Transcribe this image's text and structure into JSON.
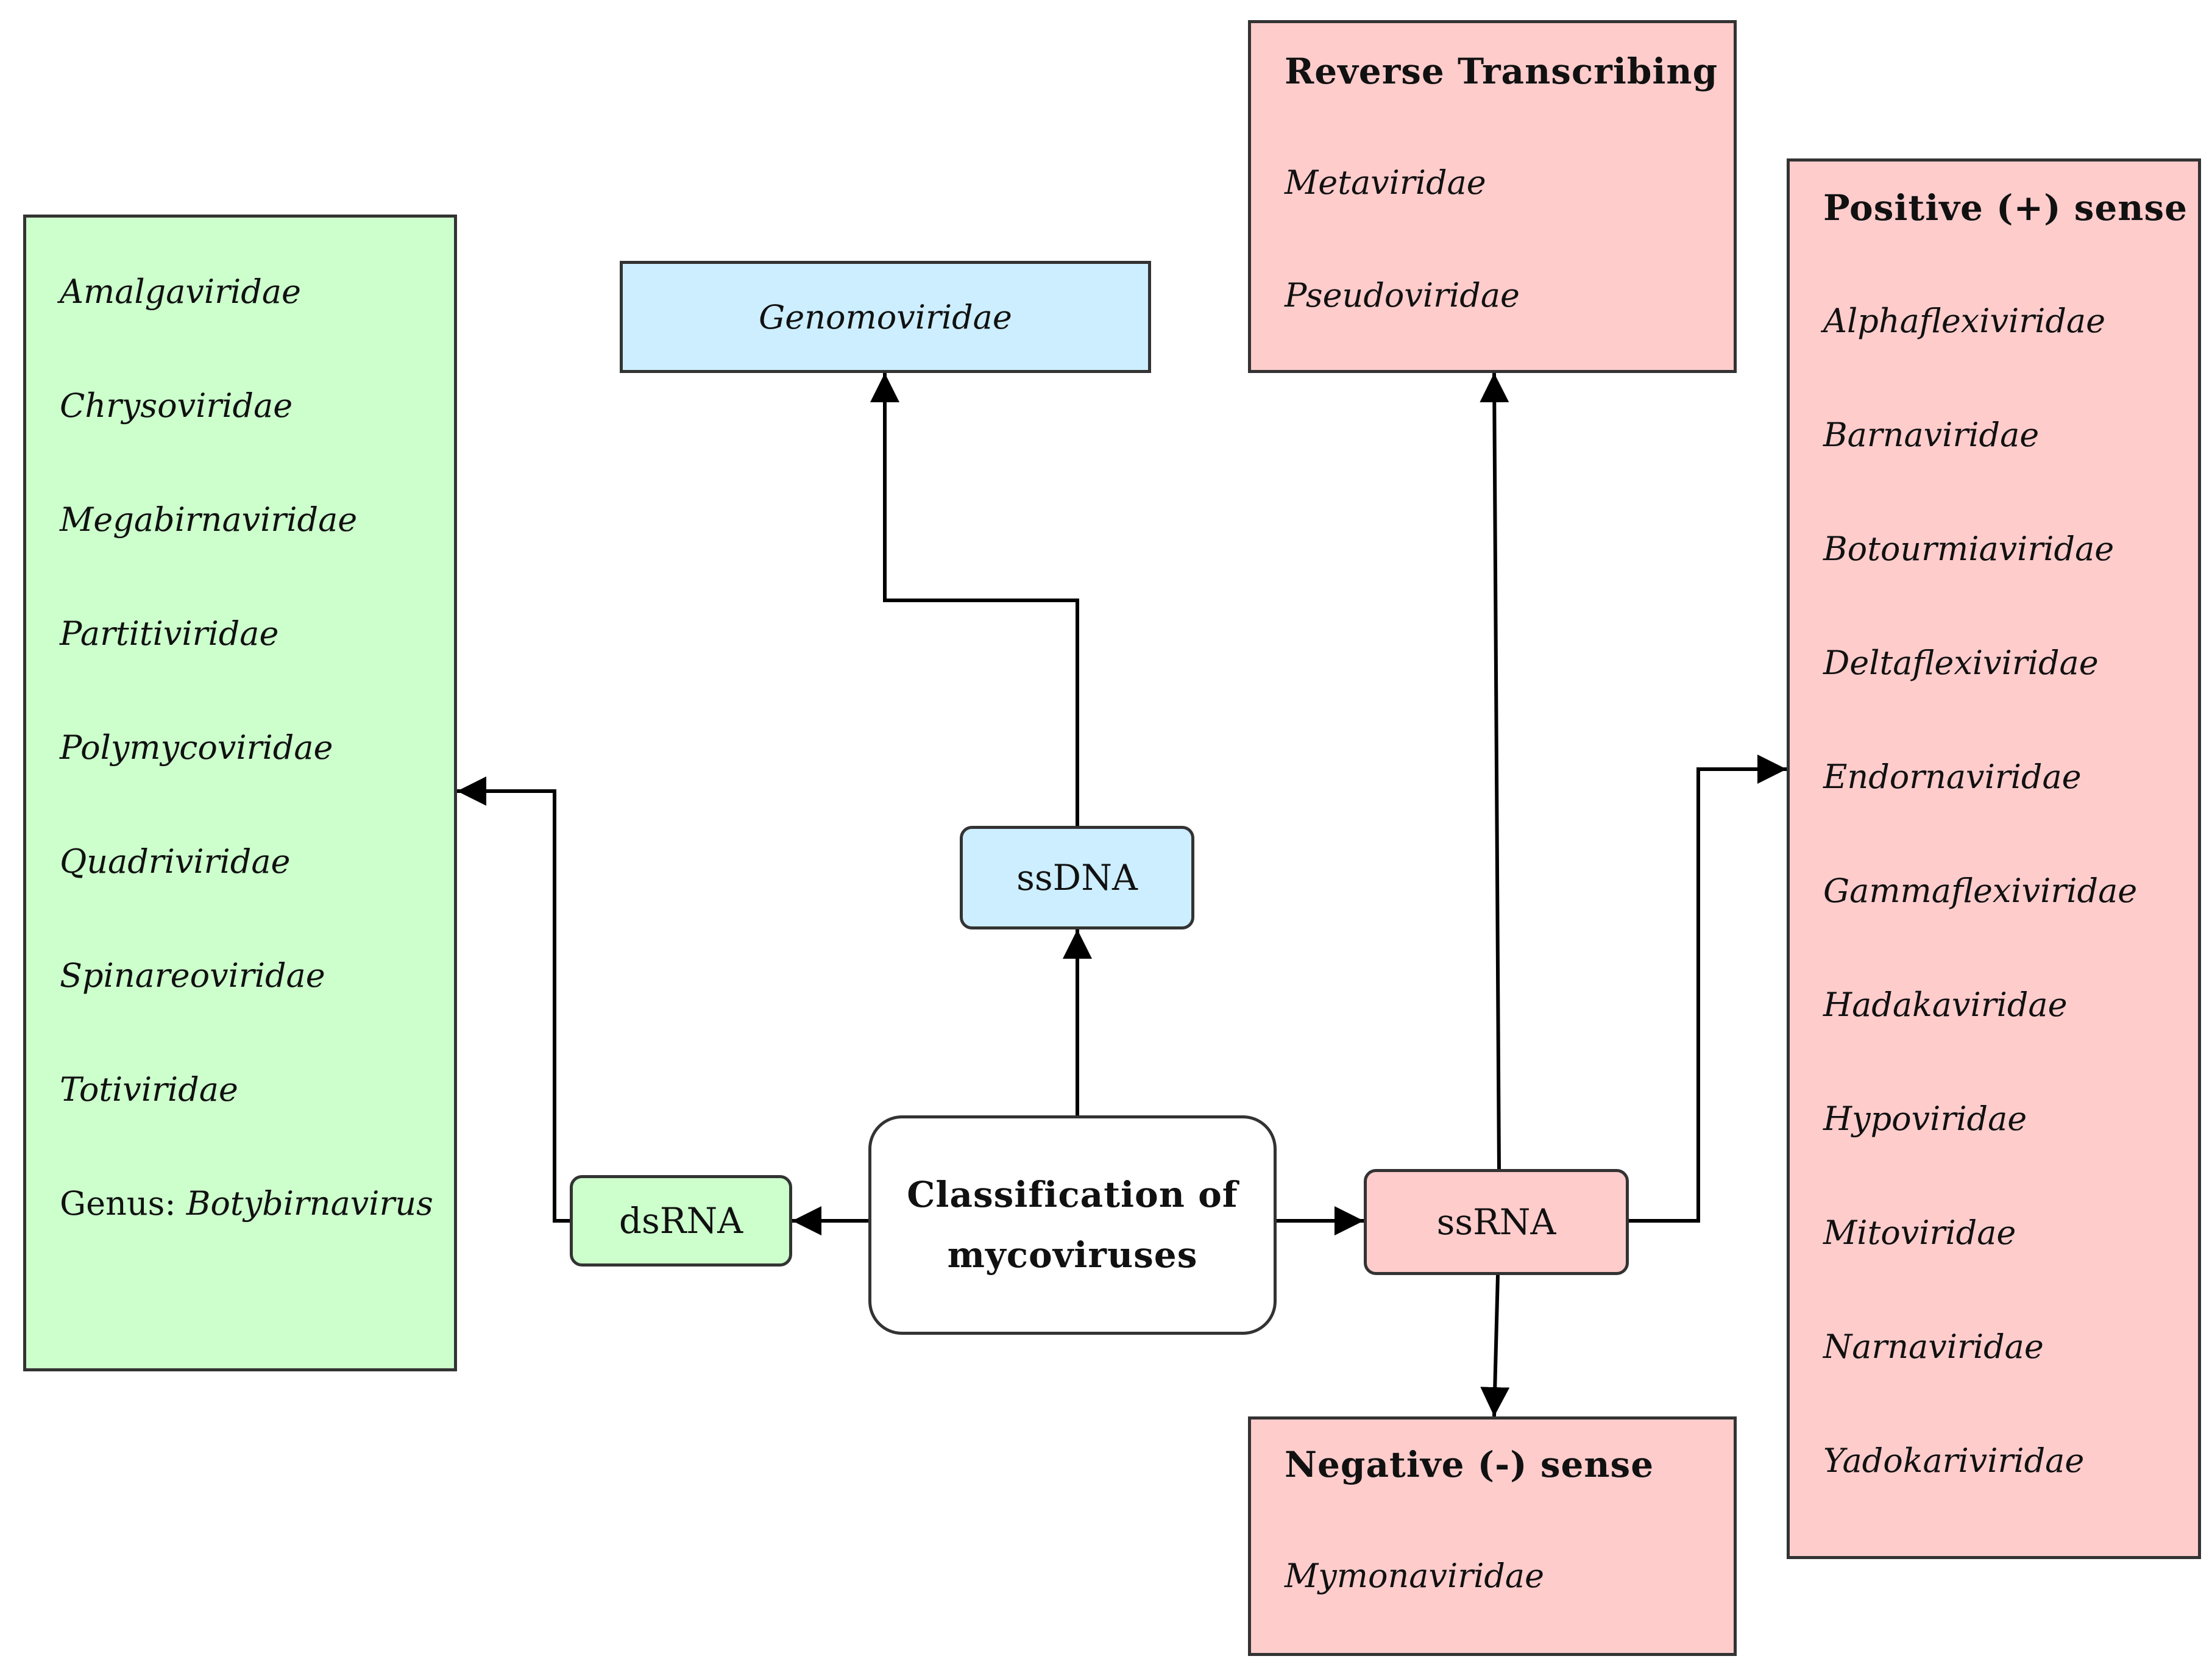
{
  "center": {
    "line1": "Classification of",
    "line2": "mycoviruses"
  },
  "dsRNA": {
    "label": "dsRNA",
    "families": [
      "Amalgaviridae",
      "Chrysoviridae",
      "Megabirnaviridae",
      "Partitiviridae",
      "Polymycoviridae",
      "Quadriviridae",
      "Spinareoviridae",
      "Totiviridae"
    ],
    "genus_prefix": "Genus: ",
    "genus_name": "Botybirnavirus"
  },
  "ssDNA": {
    "label": "ssDNA",
    "families": [
      "Genomoviridae"
    ]
  },
  "ssRNA": {
    "label": "ssRNA"
  },
  "reverse_transcribing": {
    "title": "Reverse Transcribing",
    "families": [
      "Metaviridae",
      "Pseudoviridae"
    ]
  },
  "positive_sense": {
    "title": "Positive (+) sense",
    "families": [
      "Alphaflexiviridae",
      "Barnaviridae",
      "Botourmiaviridae",
      "Deltaflexiviridae",
      "Endornaviridae",
      "Gammaflexiviridae",
      "Hadakaviridae",
      "Hypoviridae",
      "Mitoviridae",
      "Narnaviridae",
      "Yadokariviridae"
    ]
  },
  "negative_sense": {
    "title": "Negative (-) sense",
    "families": [
      "Mymonaviridae"
    ]
  },
  "colors": {
    "dsRNA": "#ccffcc",
    "ssDNA": "#cceeff",
    "ssRNA": "#ffcccc",
    "border": "#333333"
  }
}
